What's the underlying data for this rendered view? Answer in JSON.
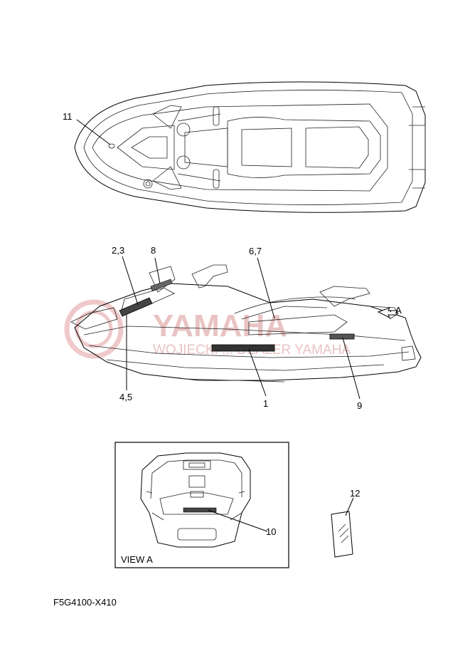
{
  "diagram": {
    "callouts": {
      "c11": "11",
      "c2_3": "2,3",
      "c8": "8",
      "c6_7": "6,7",
      "cA": "A",
      "c4_5": "4,5",
      "c1": "1",
      "c9": "9",
      "c10": "10",
      "c12": "12"
    },
    "view_label": "VIEW A",
    "part_code": "F5G4100-X410",
    "watermark": {
      "line1": "YAMAHA",
      "line2": "WOJIECKI ... DEALER YAMAHA"
    }
  }
}
